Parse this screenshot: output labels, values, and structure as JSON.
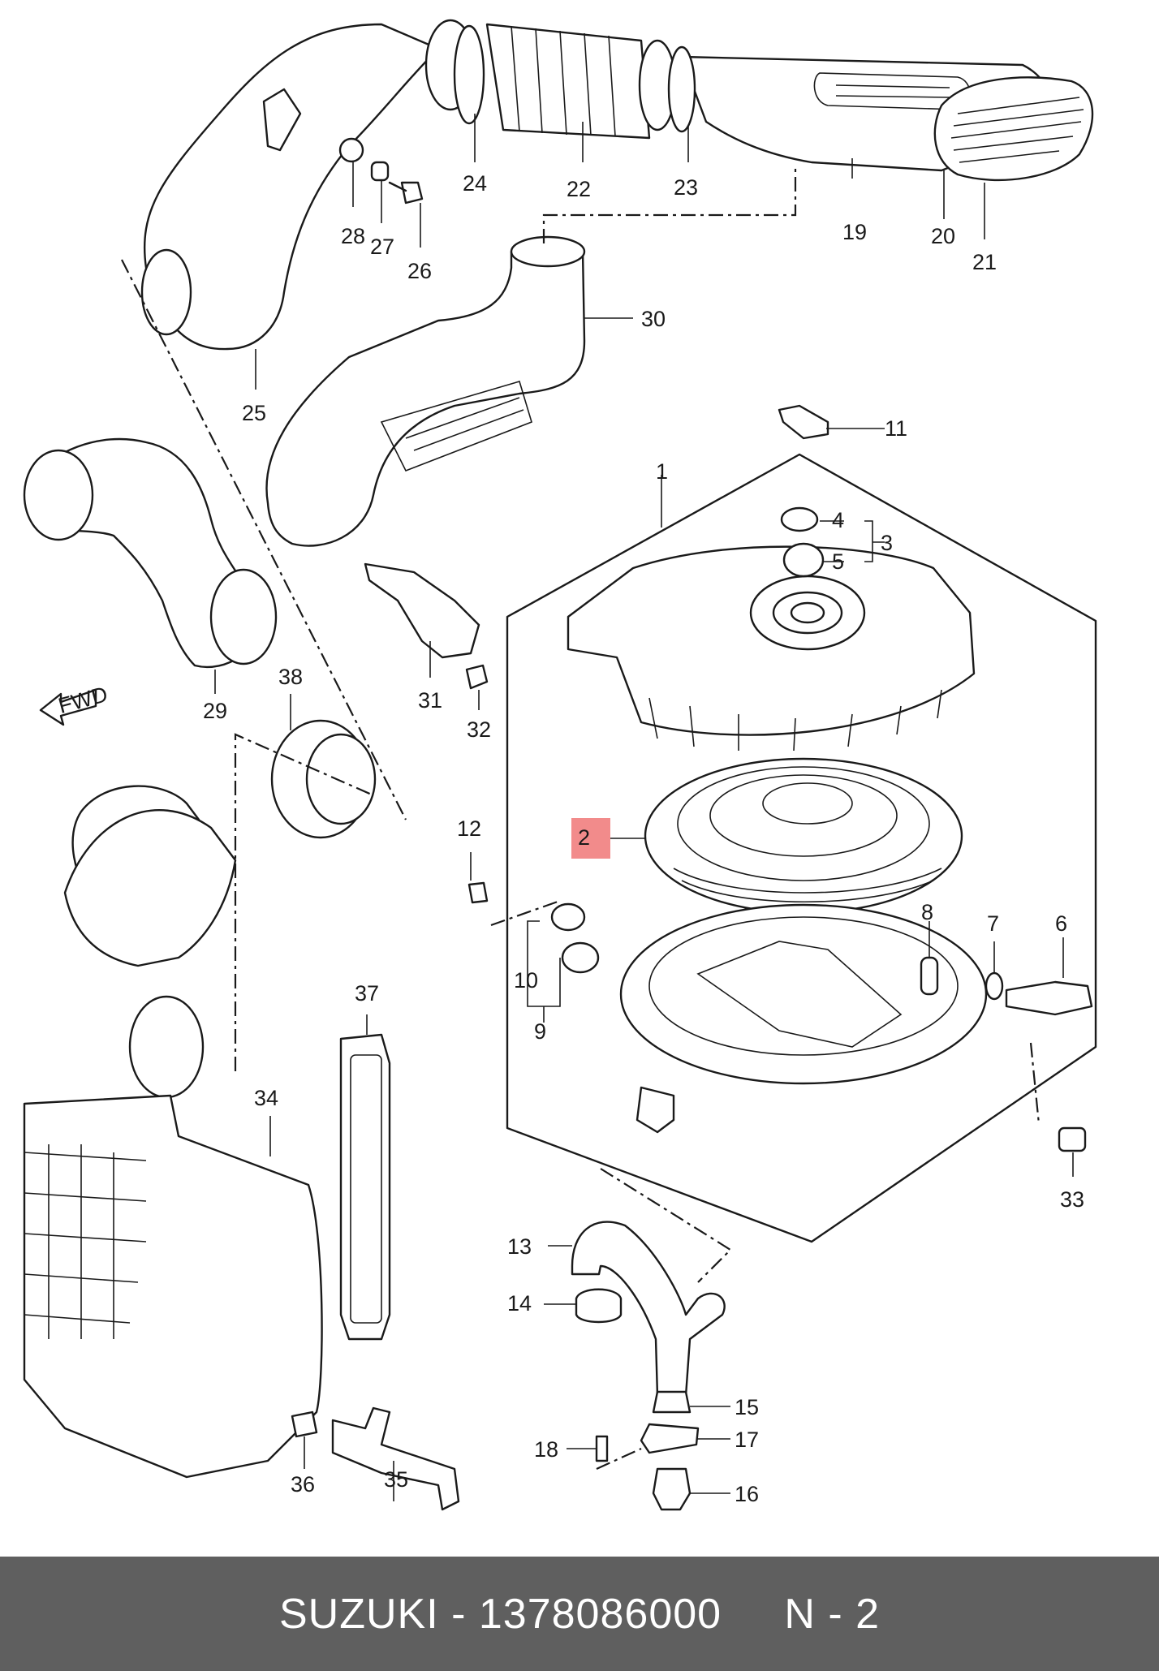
{
  "diagram": {
    "callouts": {
      "c1": "1",
      "c2": "2",
      "c3": "3",
      "c4": "4",
      "c5": "5",
      "c6": "6",
      "c7": "7",
      "c8": "8",
      "c9": "9",
      "c10": "10",
      "c11": "11",
      "c12": "12",
      "c13": "13",
      "c14": "14",
      "c15": "15",
      "c16": "16",
      "c17": "17",
      "c18": "18",
      "c19": "19",
      "c20": "20",
      "c21": "21",
      "c22": "22",
      "c23": "23",
      "c24": "24",
      "c25": "25",
      "c26": "26",
      "c27": "27",
      "c28": "28",
      "c29": "29",
      "c30": "30",
      "c31": "31",
      "c32": "32",
      "c33": "33",
      "c34": "34",
      "c35": "35",
      "c36": "36",
      "c37": "37",
      "c38": "38"
    },
    "fwd_label": "FWD",
    "highlight_color": "#f28b8b"
  },
  "footer": {
    "text": "SUZUKI - 1378086000     N - 2"
  }
}
